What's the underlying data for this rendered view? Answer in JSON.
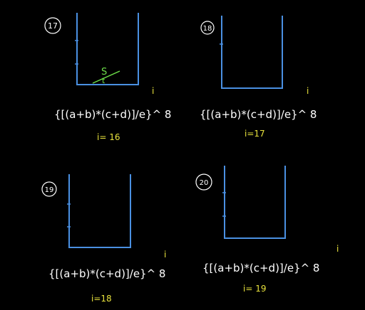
{
  "colors": {
    "background": "#000000",
    "ink": "#ffffff",
    "stack": "#4a90e2",
    "index": "#e8e23c",
    "top_mark": "#6ee04a"
  },
  "panels": [
    {
      "step": "17",
      "expression": "{[(a+b)*(c+d)]/e}^ 8",
      "pointer_symbol": "i",
      "index_label": "i= 16",
      "stack_top_label": "S",
      "stack_top_sub": "t"
    },
    {
      "step": "18",
      "expression": "{[(a+b)*(c+d)]/e}^ 8",
      "pointer_symbol": "i",
      "index_label": "i=17"
    },
    {
      "step": "19",
      "expression": "{[(a+b)*(c+d)]/e}^ 8",
      "pointer_symbol": "i",
      "index_label": "i=18"
    },
    {
      "step": "20",
      "expression": "{[(a+b)*(c+d)]/e}^ 8",
      "pointer_symbol": "i",
      "index_label": "i= 19"
    }
  ]
}
